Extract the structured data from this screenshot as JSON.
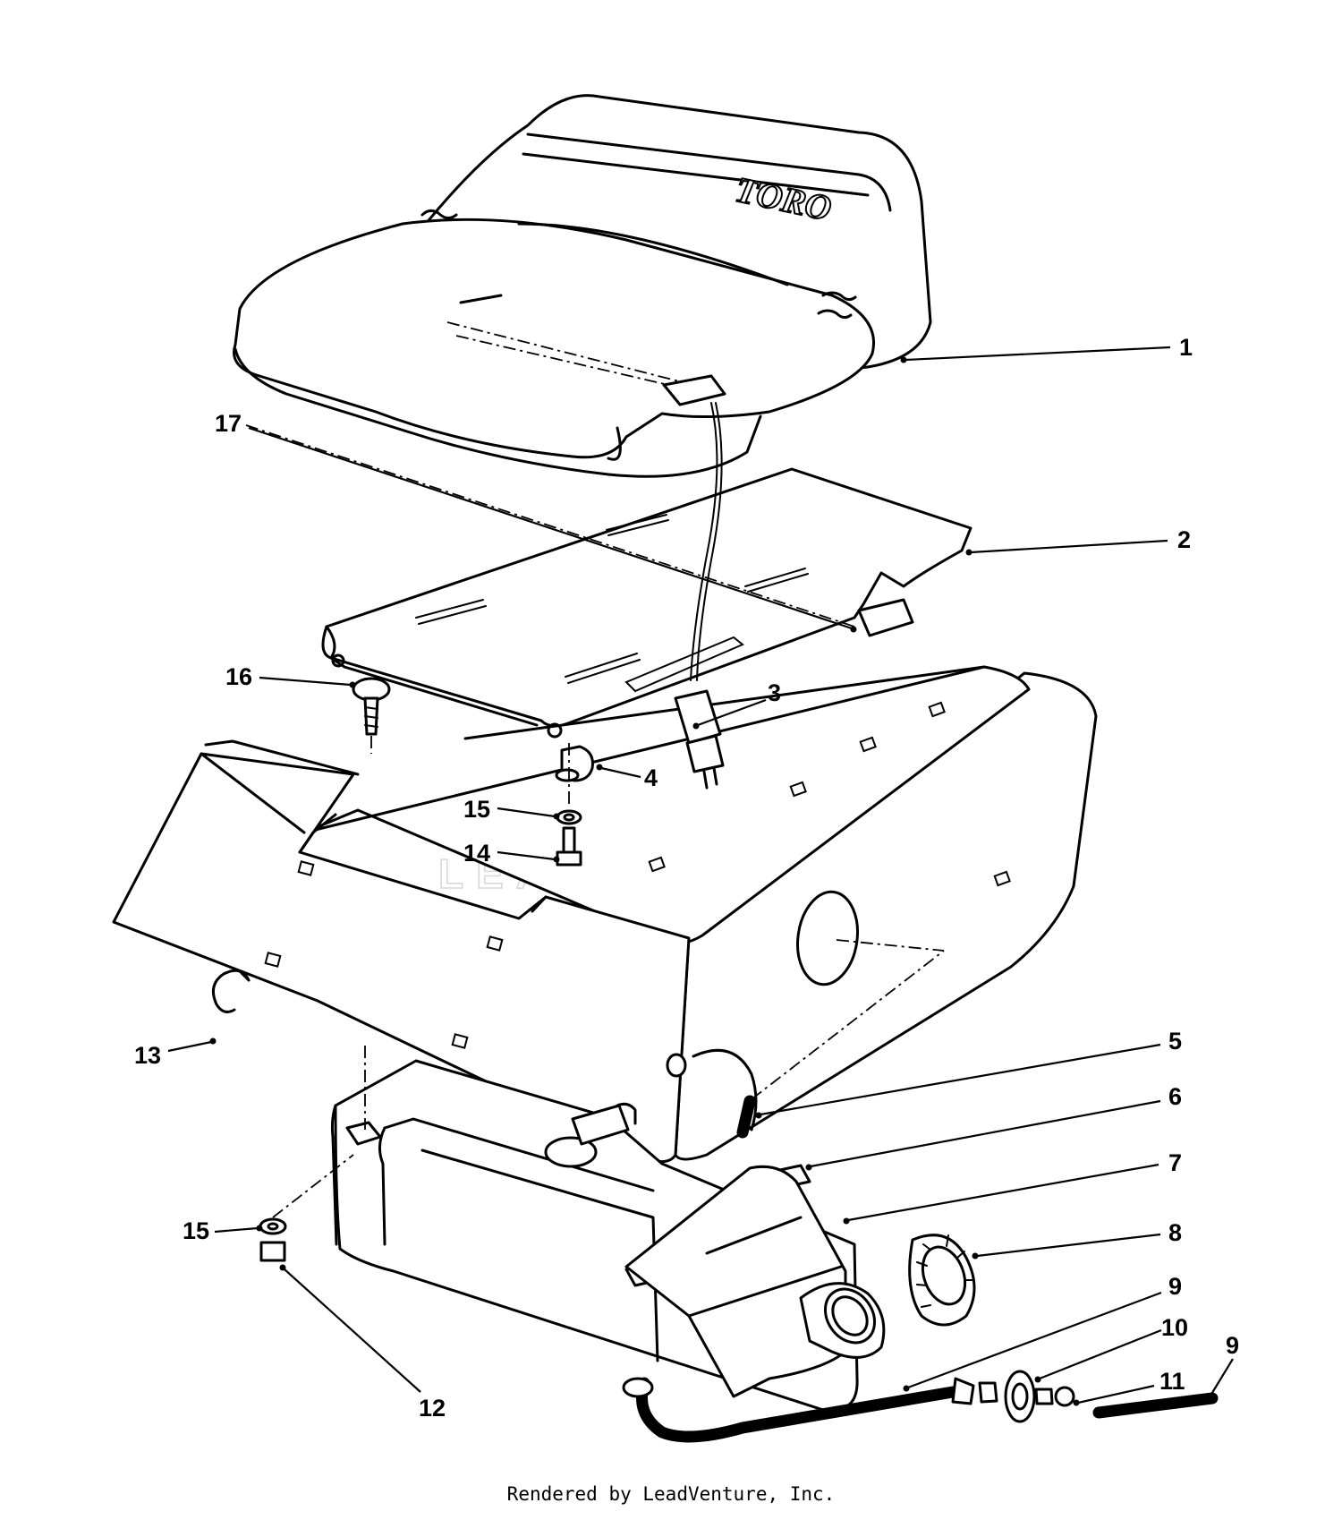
{
  "brand_text": "TORO",
  "watermark_text": "LEADVENTURE",
  "credit_text": "Rendered by LeadVenture, Inc.",
  "callouts": [
    "1",
    "2",
    "3",
    "4",
    "5",
    "6",
    "7",
    "8",
    "9",
    "10",
    "11",
    "9",
    "12",
    "13",
    "14",
    "15",
    "15",
    "16",
    "17"
  ],
  "parts": {
    "seat": "seat",
    "seat_pan": "seat pan",
    "switch": "seat switch",
    "clip": "clip",
    "fuel_tank": "fuel tank",
    "fuel_cap": "fuel cap",
    "fuel_filter": "fuel filter",
    "fuel_line": "fuel line",
    "hose_clamp": "hose clamp",
    "shroud": "seat support"
  }
}
